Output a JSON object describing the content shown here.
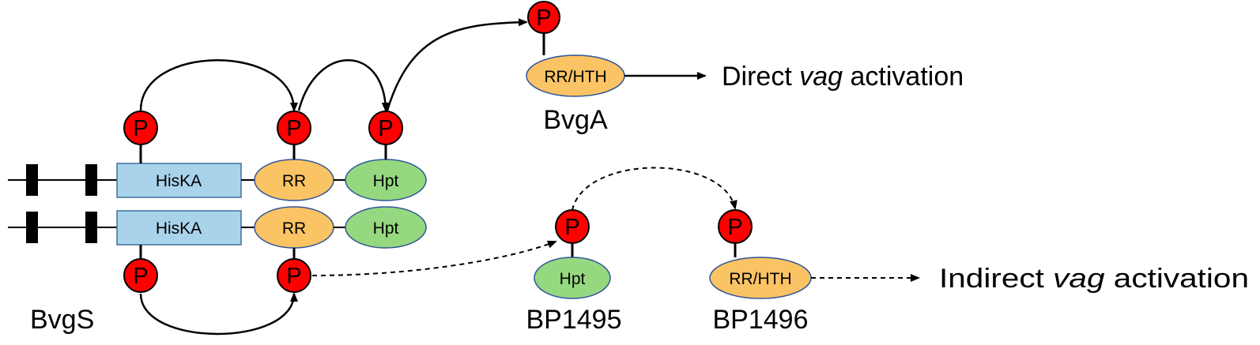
{
  "diagram": {
    "phospho_label": "P",
    "domains": {
      "hiska": "HisKA",
      "rr": "RR",
      "hpt": "Hpt",
      "rr_hth": "RR/HTH"
    },
    "proteins": {
      "bvgs": "BvgS",
      "bvga": "BvgA",
      "bp1495": "BP1495",
      "bp1496": "BP1496"
    },
    "outputs": {
      "direct_prefix": "Direct ",
      "indirect_prefix": "Indirect ",
      "italic_word": "vag",
      "suffix": " activation"
    },
    "colors": {
      "phospho": "#ff0000",
      "hiska": "#a9d3ea",
      "rr": "#fac363",
      "hpt": "#96d880",
      "line": "#000000"
    }
  }
}
